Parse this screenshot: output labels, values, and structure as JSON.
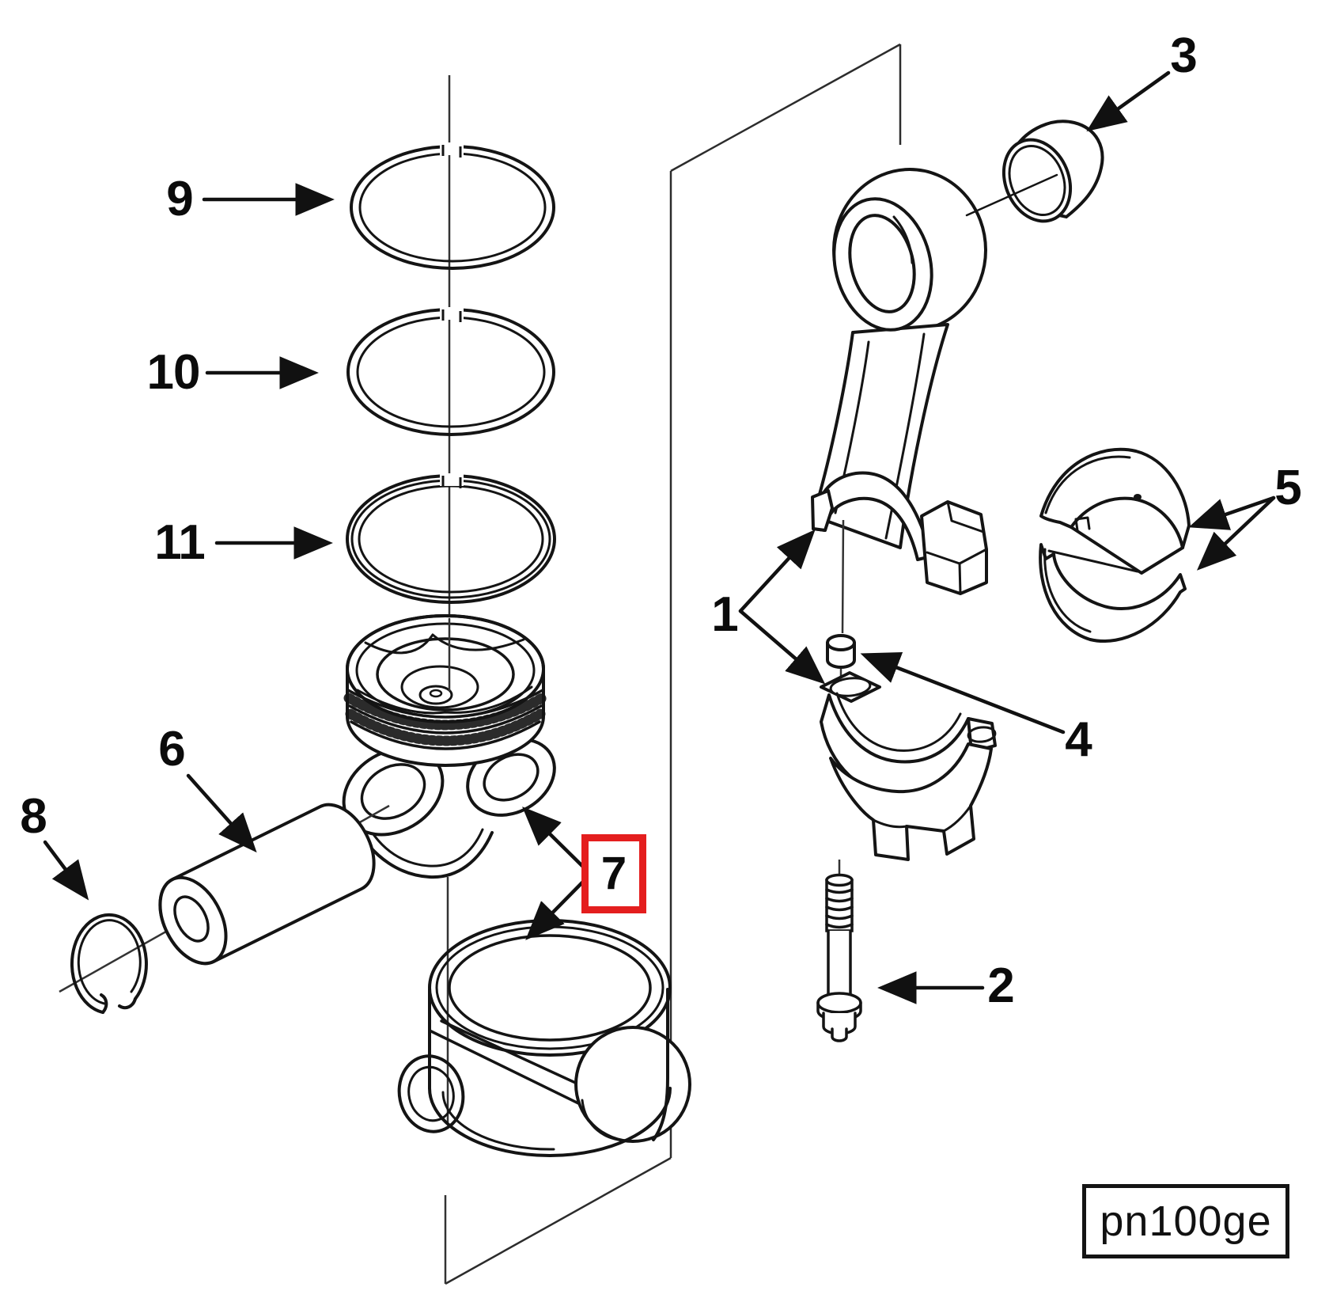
{
  "figure": {
    "code_label": "pn100ge",
    "highlight_color": "#e41e1e",
    "ink_color": "#141414",
    "background": "#ffffff"
  },
  "callouts": [
    {
      "number": "1",
      "highlighted": false
    },
    {
      "number": "2",
      "highlighted": false
    },
    {
      "number": "3",
      "highlighted": false
    },
    {
      "number": "4",
      "highlighted": false
    },
    {
      "number": "5",
      "highlighted": false
    },
    {
      "number": "6",
      "highlighted": false
    },
    {
      "number": "7",
      "highlighted": true
    },
    {
      "number": "8",
      "highlighted": false
    },
    {
      "number": "9",
      "highlighted": false
    },
    {
      "number": "10",
      "highlighted": false
    },
    {
      "number": "11",
      "highlighted": false
    }
  ]
}
